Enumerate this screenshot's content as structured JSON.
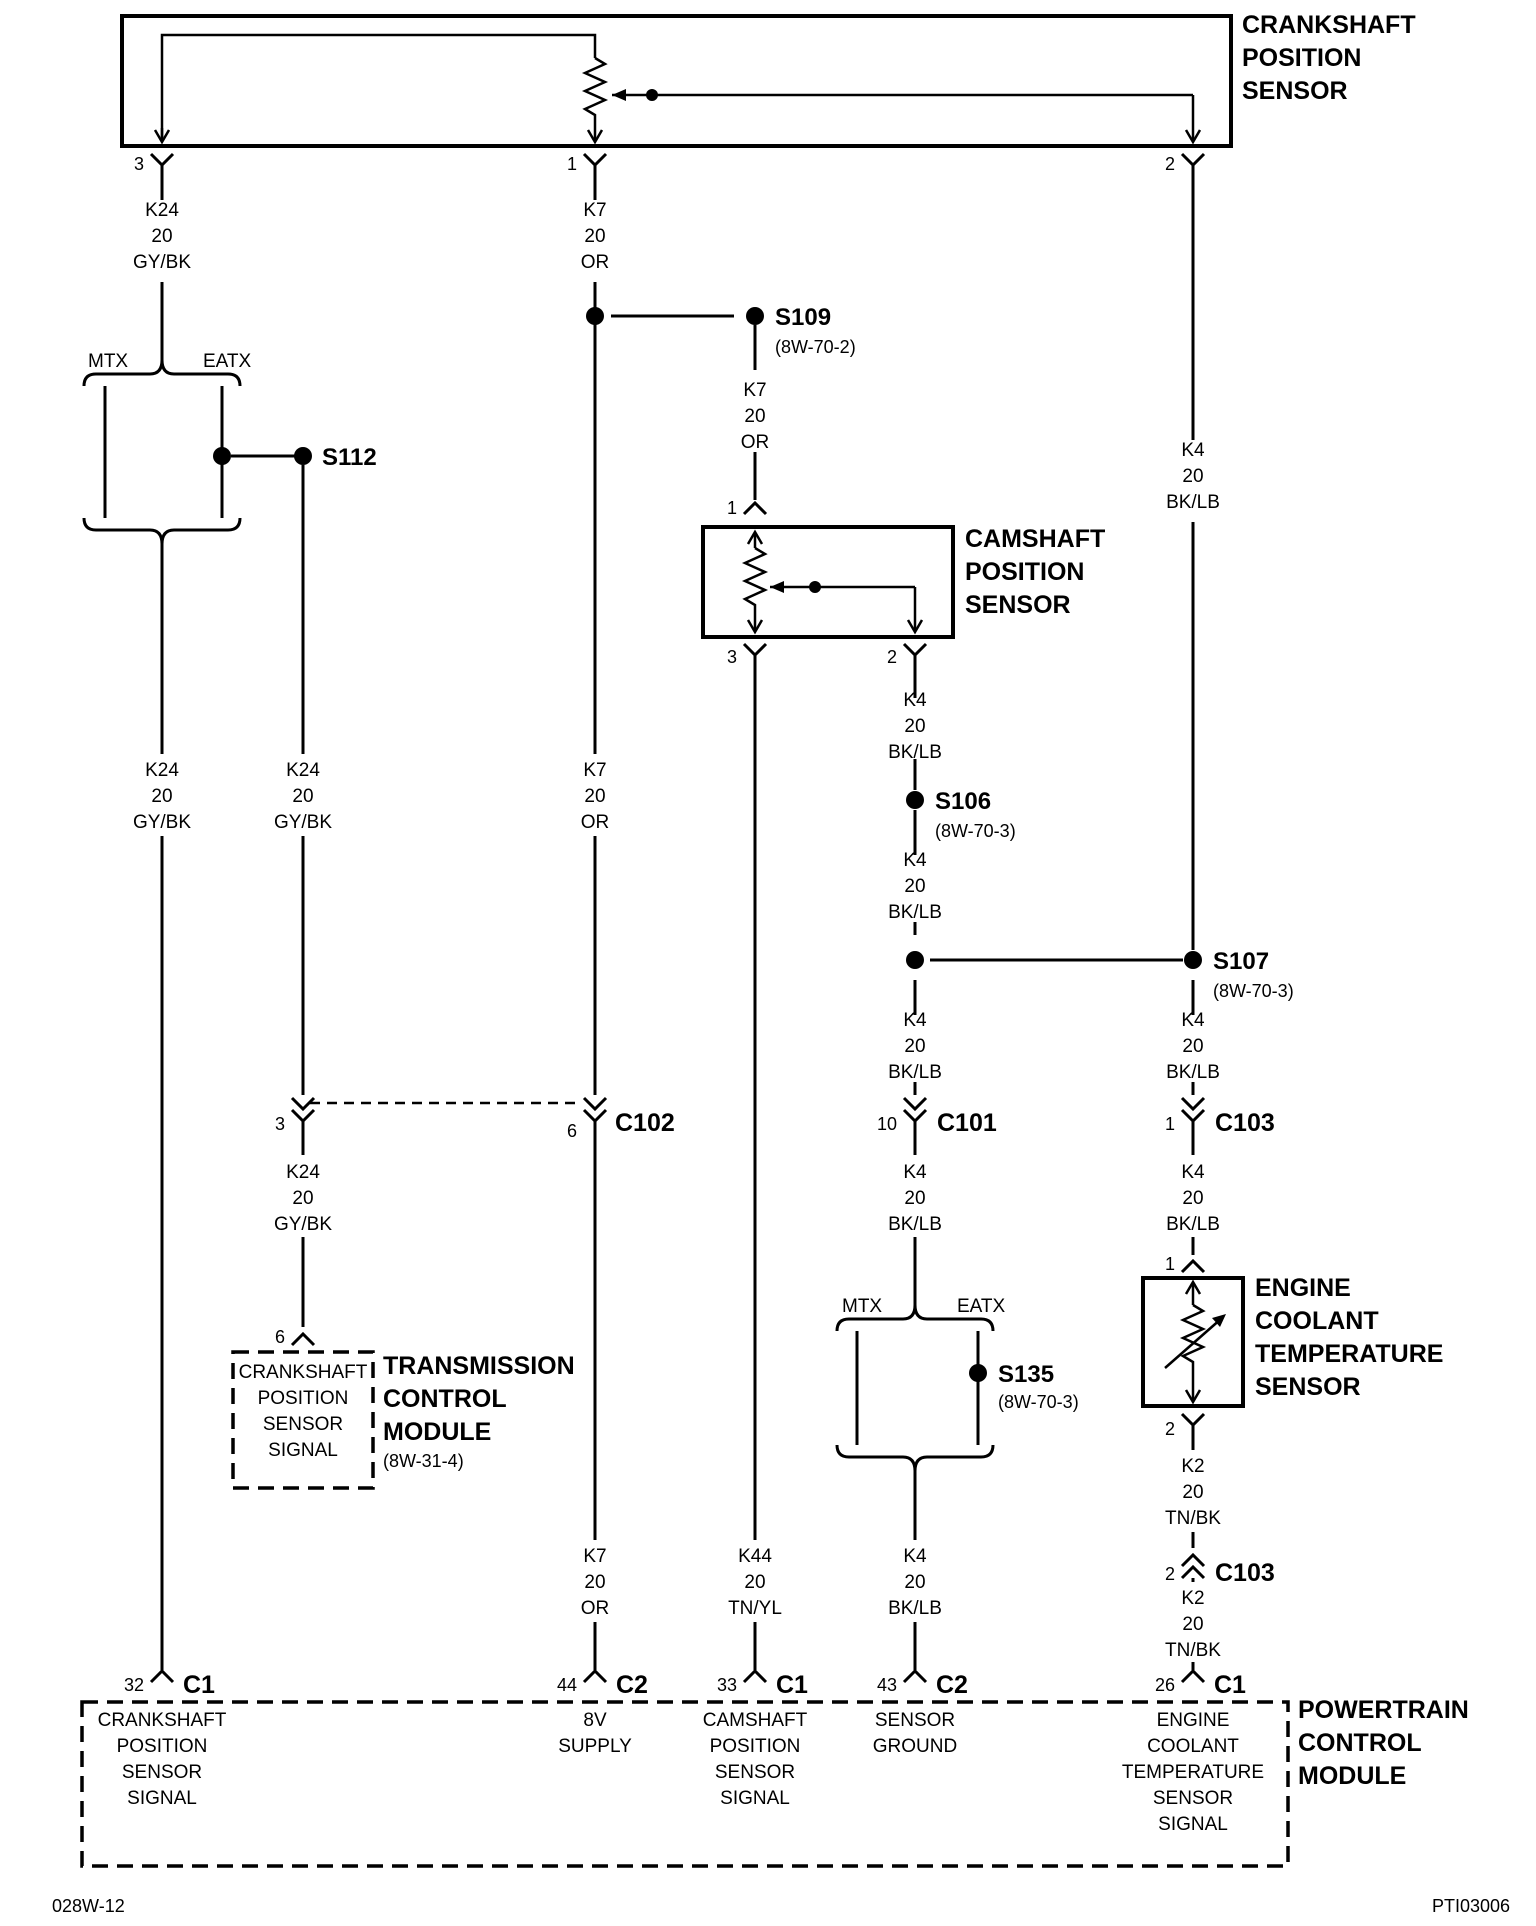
{
  "components": {
    "crankshaft_sensor": {
      "title": [
        "CRANKSHAFT",
        "POSITION",
        "SENSOR"
      ]
    },
    "camshaft_sensor": {
      "title": [
        "CAMSHAFT",
        "POSITION",
        "SENSOR"
      ]
    },
    "tcm": {
      "title": [
        "TRANSMISSION",
        "CONTROL",
        "MODULE"
      ],
      "ref": "(8W-31-4)",
      "inner": [
        "CRANKSHAFT",
        "POSITION",
        "SENSOR",
        "SIGNAL"
      ]
    },
    "ect_sensor": {
      "title": [
        "ENGINE",
        "COOLANT",
        "TEMPERATURE",
        "SENSOR"
      ]
    },
    "pcm": {
      "title": [
        "POWERTRAIN",
        "CONTROL",
        "MODULE"
      ],
      "pins": {
        "crank": {
          "pin": "32",
          "conn": "C1",
          "label": [
            "CRANKSHAFT",
            "POSITION",
            "SENSOR",
            "SIGNAL"
          ]
        },
        "supply": {
          "pin": "44",
          "conn": "C2",
          "label": [
            "8V",
            "SUPPLY"
          ]
        },
        "cam": {
          "pin": "33",
          "conn": "C1",
          "label": [
            "CAMSHAFT",
            "POSITION",
            "SENSOR",
            "SIGNAL"
          ]
        },
        "ground": {
          "pin": "43",
          "conn": "C2",
          "label": [
            "SENSOR",
            "GROUND"
          ]
        },
        "ect": {
          "pin": "26",
          "conn": "C1",
          "label": [
            "ENGINE",
            "COOLANT",
            "TEMPERATURE",
            "SENSOR",
            "SIGNAL"
          ]
        }
      }
    }
  },
  "pins": {
    "ckp3": "3",
    "ckp1": "1",
    "ckp2": "2",
    "cmp1": "1",
    "cmp3": "3",
    "cmp2": "2",
    "tcm6": "6",
    "ect1": "1",
    "ect2": "2",
    "c102_left": "3",
    "c102_right": "6",
    "c101": "10",
    "c103_top": "1",
    "c103_bottom": "2"
  },
  "connectors": {
    "c102": "C102",
    "c101": "C101",
    "c103_top": "C103",
    "c103_bottom": "C103"
  },
  "splices": {
    "s109": {
      "name": "S109",
      "ref": "(8W-70-2)"
    },
    "s112": {
      "name": "S112"
    },
    "s106": {
      "name": "S106",
      "ref": "(8W-70-3)"
    },
    "s107": {
      "name": "S107",
      "ref": "(8W-70-3)"
    },
    "s135": {
      "name": "S135",
      "ref": "(8W-70-3)"
    }
  },
  "options": {
    "mtx": "MTX",
    "eatx": "EATX"
  },
  "wire_labels": {
    "w1": [
      "K24",
      "20",
      "GY/BK"
    ],
    "w2": [
      "K7",
      "20",
      "OR"
    ],
    "w3": [
      "K7",
      "20",
      "OR"
    ],
    "w4": [
      "K4",
      "20",
      "BK/LB"
    ],
    "w5": [
      "K24",
      "20",
      "GY/BK"
    ],
    "w6": [
      "K24",
      "20",
      "GY/BK"
    ],
    "w7": [
      "K7",
      "20",
      "OR"
    ],
    "w8": [
      "K4",
      "20",
      "BK/LB"
    ],
    "w9": [
      "K4",
      "20",
      "BK/LB"
    ],
    "w10": [
      "K4",
      "20",
      "BK/LB"
    ],
    "w11": [
      "K4",
      "20",
      "BK/LB"
    ],
    "w12": [
      "K24",
      "20",
      "GY/BK"
    ],
    "w13": [
      "K4",
      "20",
      "BK/LB"
    ],
    "w14": [
      "K4",
      "20",
      "BK/LB"
    ],
    "w15": [
      "K2",
      "20",
      "TN/BK"
    ],
    "w16": [
      "K7",
      "20",
      "OR"
    ],
    "w17": [
      "K44",
      "20",
      "TN/YL"
    ],
    "w18": [
      "K4",
      "20",
      "BK/LB"
    ],
    "w19": [
      "K2",
      "20",
      "TN/BK"
    ]
  },
  "footer": {
    "left": "028W-12",
    "right": "PTI03006"
  }
}
